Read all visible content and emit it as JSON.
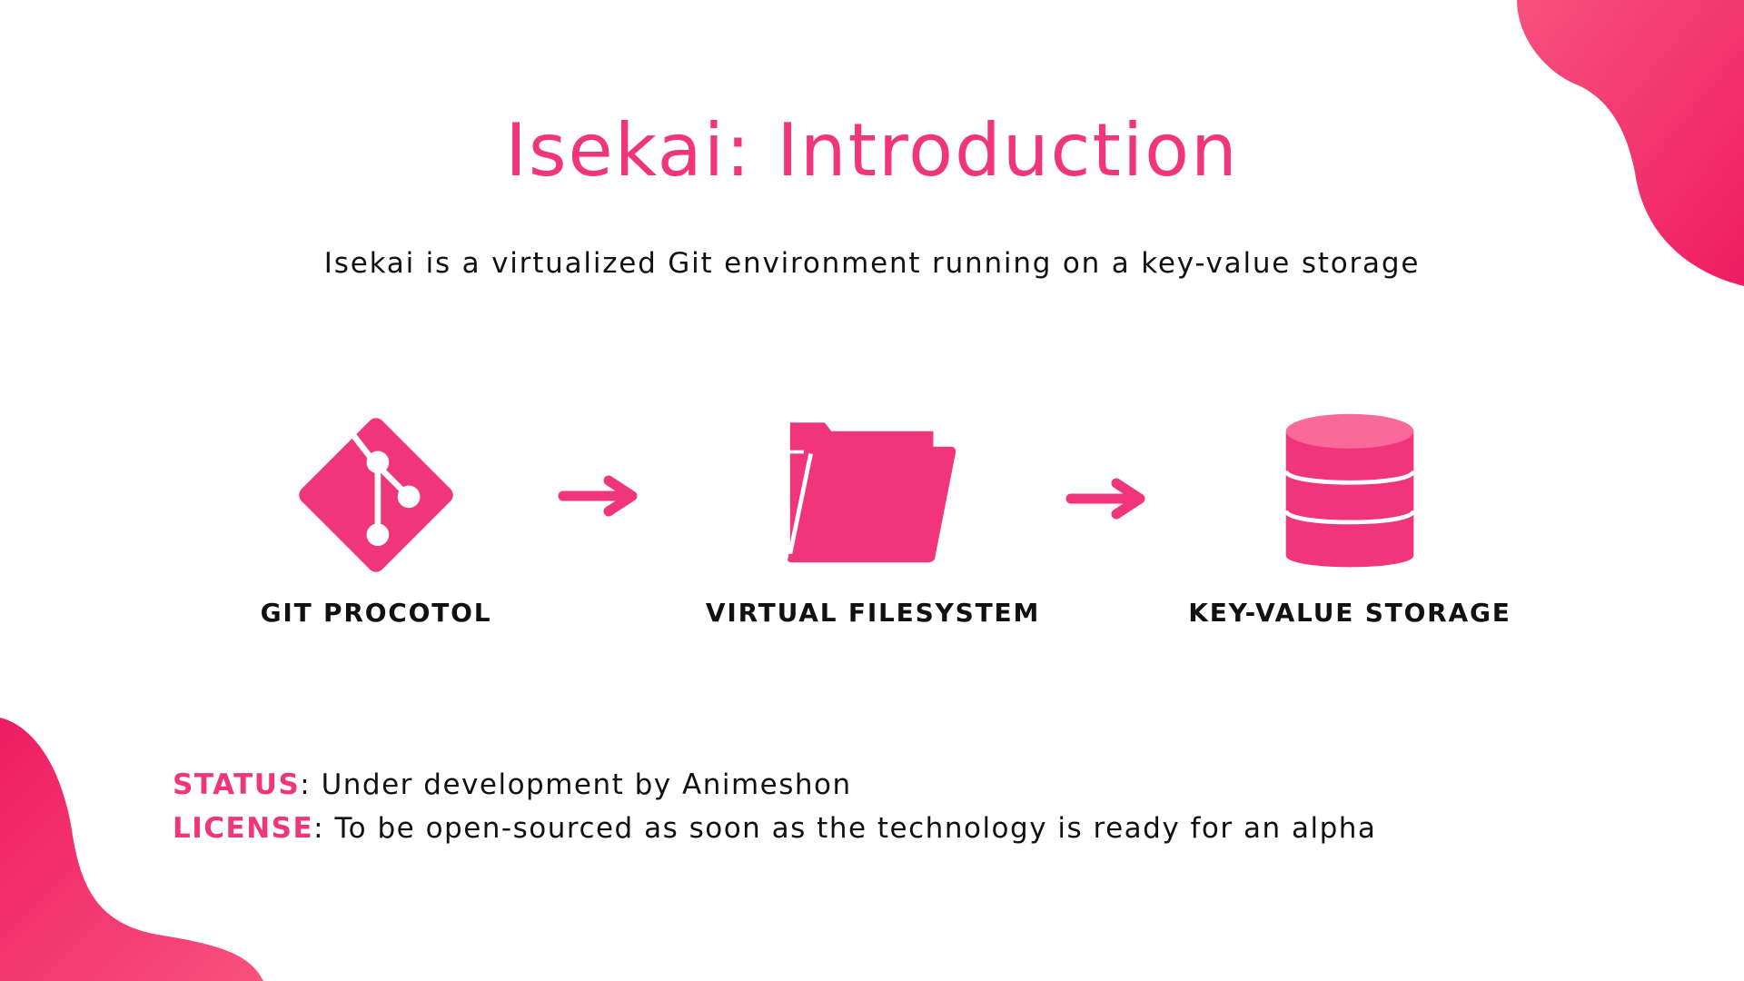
{
  "slide": {
    "title": "Isekai: Introduction",
    "subtitle": "Isekai is a virtualized Git environment running on a key-value storage"
  },
  "flow": {
    "nodes": [
      {
        "label": "GIT PROCOTOL",
        "icon": "git-icon"
      },
      {
        "label": "VIRTUAL FILESYSTEM",
        "icon": "folder-icon"
      },
      {
        "label": "KEY-VALUE STORAGE",
        "icon": "database-icon"
      }
    ],
    "connector_icon": "arrow-right-icon"
  },
  "info": {
    "status_key": "STATUS",
    "status_value": ": Under development by Animeshon",
    "license_key": "LICENSE",
    "license_value": ": To be open-sourced as soon as the technology is ready for an alpha"
  },
  "colors": {
    "accent": "#f1357a",
    "accent_dark": "#f0206a",
    "accent_light": "#f96a9a",
    "text": "#111111",
    "background": "#ffffff"
  }
}
